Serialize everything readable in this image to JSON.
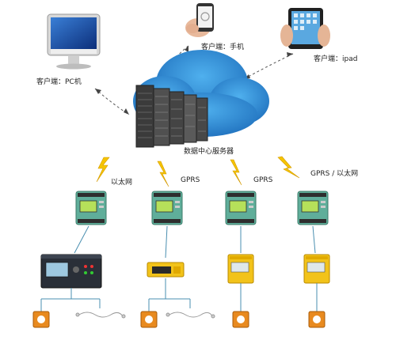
{
  "labels": {
    "pc": "客户端：PC机",
    "phone": "客户端：手机",
    "ipad": "客户端：ipad",
    "server": "数据中心服务器",
    "link1": "以太网",
    "link2": "GPRS",
    "link3": "GPRS",
    "link4": "GPRS / 以太网"
  },
  "colors": {
    "cloud": "#2f8fd6",
    "lightning": "#f5c400",
    "meter_body": "#5fae9a",
    "yellow_device": "#f2c31a",
    "ct_ring": "#e88a1f"
  },
  "icons": [
    "pc-icon",
    "phone-icon",
    "ipad-icon",
    "cloud-icon",
    "server-rack-icon",
    "lightning-icon",
    "meter-icon",
    "protection-relay-icon",
    "yellow-module-icon",
    "ct-ring-icon",
    "sensor-cable-icon"
  ]
}
